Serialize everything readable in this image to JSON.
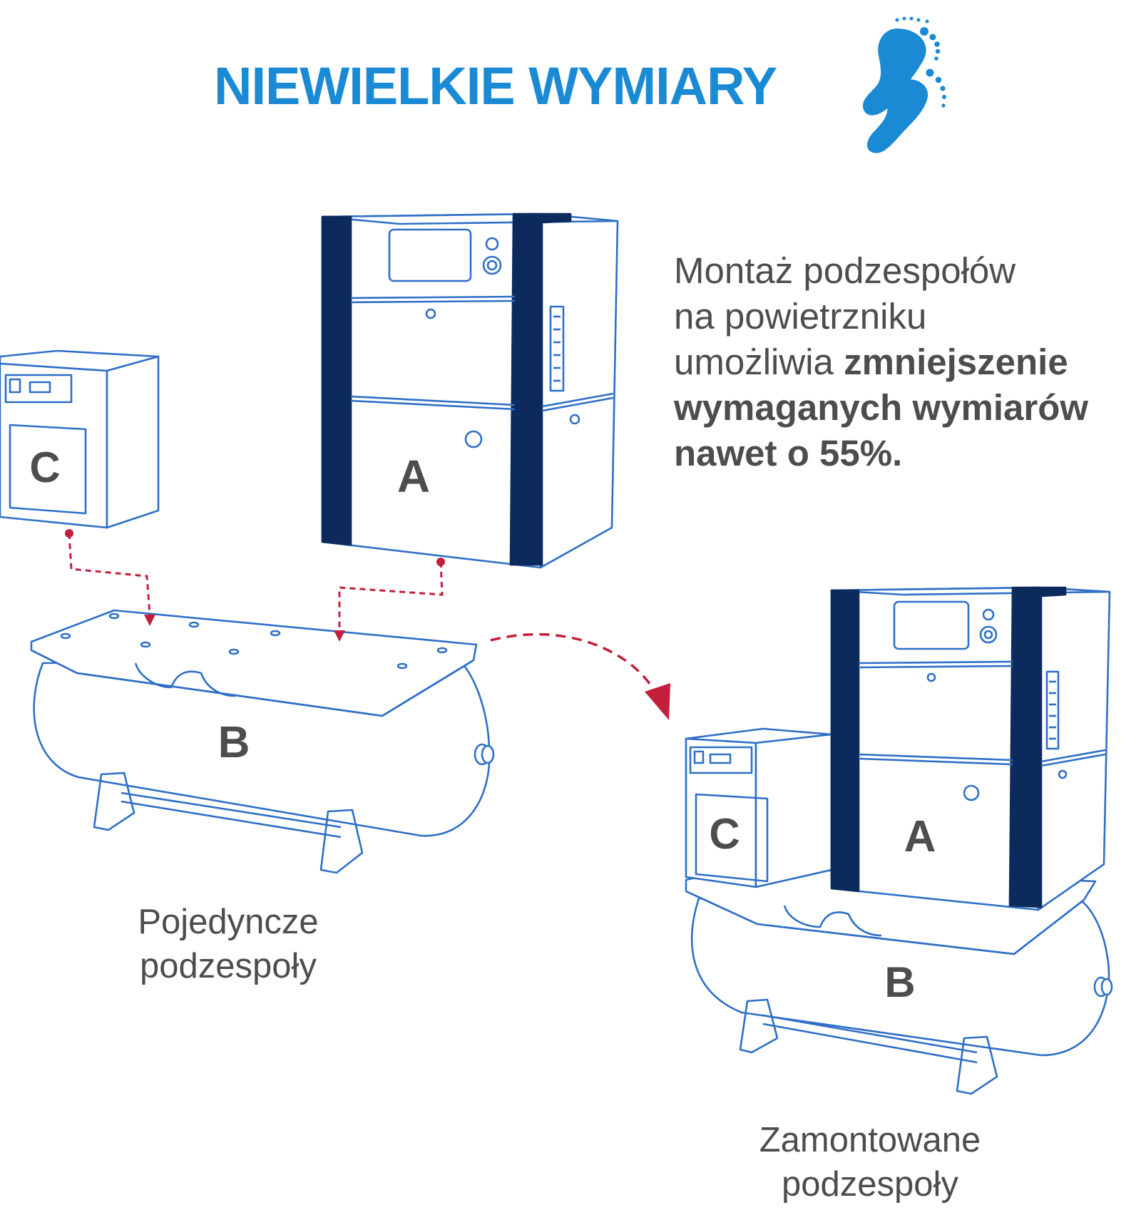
{
  "title": "NIEWIELKIE WYMIARY",
  "description": {
    "line1": "Montaż podzespołów",
    "line2": "na powietrzniku",
    "line3_regular": "umożliwia ",
    "line3_bold": "zmniejszenie",
    "line4_bold": "wymaganych wymiarów",
    "line5_bold": "nawet o 55%."
  },
  "captions": {
    "separate_line1": "Pojedyncze",
    "separate_line2": "podzespoły",
    "assembled_line1": "Zamontowane",
    "assembled_line2": "podzespoły"
  },
  "unit_labels": {
    "compressor": "A",
    "tank": "B",
    "dryer": "C"
  },
  "colors": {
    "title_blue": "#1a8ad4",
    "footprint_blue": "#1a8ad4",
    "outline_blue": "#2e6fc7",
    "navy": "#0c2a5c",
    "text_gray": "#4d4d4d",
    "arrow_red": "#c11f3a"
  },
  "icons": [
    "footprints-icon",
    "arrow-icon"
  ]
}
